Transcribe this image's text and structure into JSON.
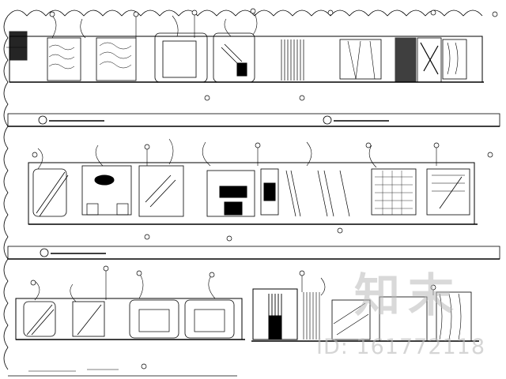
{
  "drawing": {
    "sheets": [
      {
        "id": "row-1",
        "label_marks": 2
      },
      {
        "id": "row-2",
        "label_marks": 1
      },
      {
        "id": "row-3",
        "label_marks": 1
      }
    ]
  },
  "watermark": {
    "brand_text": "知末",
    "id_text": "ID: 161772118",
    "color": "#b9b9b9"
  }
}
